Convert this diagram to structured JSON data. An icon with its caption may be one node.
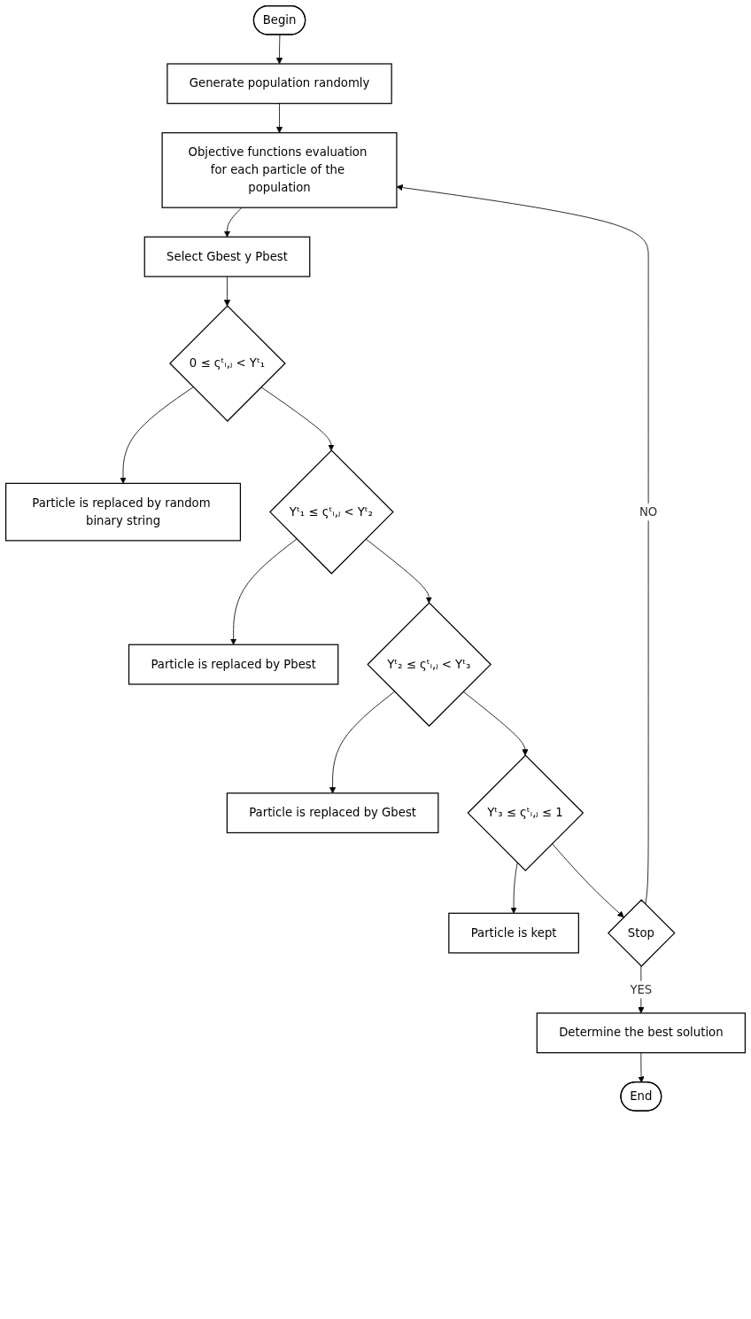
{
  "diagram": {
    "nodes": [
      {
        "text": [
          "Begin"
        ]
      },
      {
        "text": [
          "Generate population randomly"
        ]
      },
      {
        "text": [
          "Objective functions evaluation for each particle of the population"
        ]
      },
      {
        "text": [
          "Select Gbest y Pbest"
        ]
      },
      {
        "text": [
          "0 ≤ ςᵗᵢ,ⱼ < Yᵗ₁"
        ]
      },
      {
        "text": [
          "Particle is replaced by random binary string"
        ]
      },
      {
        "text": [
          "Yᵗ₁ ≤ ςᵗᵢ,ⱼ < Yᵗ₂"
        ]
      },
      {
        "text": [
          "Particle is replaced by Pbest"
        ]
      },
      {
        "text": [
          "Yᵗ₂ ≤ ςᵗᵢ,ⱼ < Yᵗ₃"
        ]
      },
      {
        "text": [
          "Particle is replaced by Gbest"
        ]
      },
      {
        "text": [
          "Yᵗ₃ ≤ ςᵗᵢ,ⱼ ≤ 1"
        ]
      },
      {
        "text": [
          "Particle is kept"
        ]
      },
      {
        "text": [
          "Stop"
        ]
      },
      {
        "text": [
          "Determine the best solution"
        ]
      },
      {
        "text": [
          "End"
        ]
      }
    ],
    "edges": [
      {
        "from": 0,
        "to": 1,
        "arrow": "to"
      },
      {
        "from": 1,
        "to": 2,
        "arrow": "to"
      },
      {
        "from": 2,
        "to": 3,
        "arrow": "to"
      },
      {
        "from": 3,
        "to": 4,
        "arrow": "to"
      },
      {
        "from": 4,
        "to": 5,
        "arrow": "to"
      },
      {
        "from": 4,
        "to": 6,
        "arrow": "to"
      },
      {
        "from": 6,
        "to": 7,
        "arrow": "to"
      },
      {
        "from": 6,
        "to": 8,
        "arrow": "to"
      },
      {
        "from": 8,
        "to": 9,
        "arrow": "to"
      },
      {
        "from": 8,
        "to": 10,
        "arrow": "to"
      },
      {
        "from": 10,
        "to": 11,
        "arrow": "to"
      },
      {
        "from": 10,
        "to": 12,
        "arrow": "to"
      },
      {
        "from": 12,
        "to": 2,
        "label": "NO",
        "arrow": "to"
      },
      {
        "from": 12,
        "to": 13,
        "label": "YES",
        "arrow": "to"
      },
      {
        "from": 13,
        "to": 14,
        "arrow": "to"
      }
    ]
  }
}
